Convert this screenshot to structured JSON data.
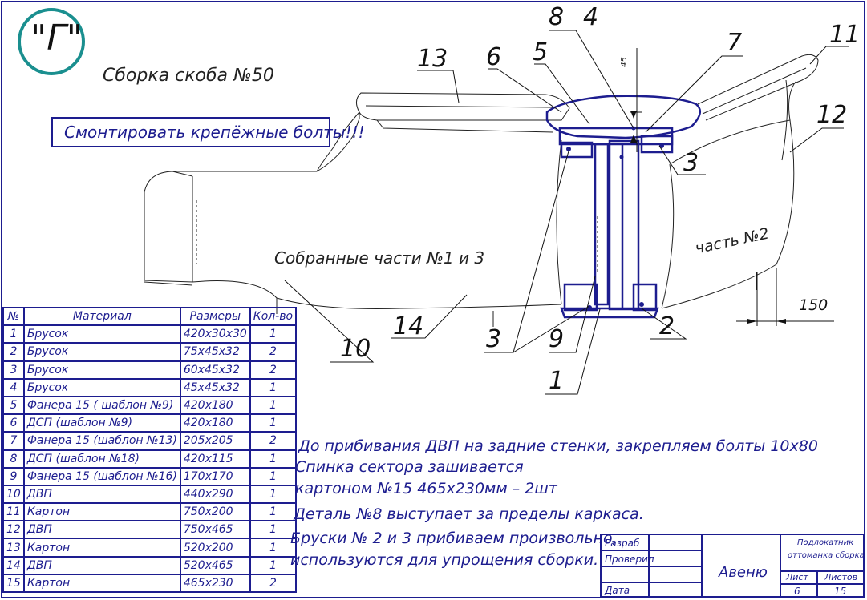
{
  "logo": {
    "text": "\"Г\"",
    "color": "#1a8f8f"
  },
  "title": "Сборка скоба №50",
  "warning": "Смонтировать крепёжные болты!!!",
  "labels": {
    "assembled_parts": "Собранные части №1 и 3",
    "part2": "часть №2",
    "dim_150": "150",
    "dim_45": "45"
  },
  "callouts": [
    "13",
    "6",
    "5",
    "8",
    "4",
    "7",
    "11",
    "12",
    "3",
    "3",
    "9",
    "1",
    "2",
    "10",
    "14"
  ],
  "notes": [
    "До прибивания ДВП на задние стенки, закрепляем болты 10х80",
    "Спинка сектора зашивается",
    "картоном №15 465х230мм – 2шт",
    "Деталь №8 выступает за пределы каркаса.",
    "Бруски № 2 и 3 прибиваем произвольно,",
    "используются для упрощения сборки."
  ],
  "bom": {
    "headers": [
      "№",
      "Материал",
      "Размеры",
      "Кол-во"
    ],
    "rows": [
      [
        "1",
        "Брусок",
        "420х30х30",
        "1"
      ],
      [
        "2",
        "Брусок",
        "75х45х32",
        "2"
      ],
      [
        "3",
        "Брусок",
        "60х45х32",
        "2"
      ],
      [
        "4",
        "Брусок",
        "45х45х32",
        "1"
      ],
      [
        "5",
        "Фанера 15 ( шаблон №9)",
        "420х180",
        "1"
      ],
      [
        "6",
        "ДСП (шаблон №9)",
        "420х180",
        "1"
      ],
      [
        "7",
        "Фанера 15 (шаблон №13)",
        "205х205",
        "2"
      ],
      [
        "8",
        "ДСП (шаблон №18)",
        "420х115",
        "1"
      ],
      [
        "9",
        "Фанера 15 (шаблон №16)",
        "170х170",
        "1"
      ],
      [
        "10",
        "ДВП",
        "440х290",
        "1"
      ],
      [
        "11",
        "Картон",
        "750х200",
        "1"
      ],
      [
        "12",
        "ДВП",
        "750х465",
        "1"
      ],
      [
        "13",
        "Картон",
        "520х200",
        "1"
      ],
      [
        "14",
        "ДВП",
        "520х465",
        "1"
      ],
      [
        "15",
        "Картон",
        "465х230",
        "2"
      ]
    ]
  },
  "stamp": {
    "developed": "Разраб",
    "checked": "Проверил",
    "date": "Дата",
    "company": "Авеню",
    "product_line1": "Подлокатник",
    "product_line2": "оттоманка сборка",
    "sheet_label": "Лист",
    "sheets_label": "Листов",
    "sheet": "6",
    "sheets": "15"
  },
  "colors": {
    "ink": "#1d1d8f",
    "line": "#222222"
  }
}
